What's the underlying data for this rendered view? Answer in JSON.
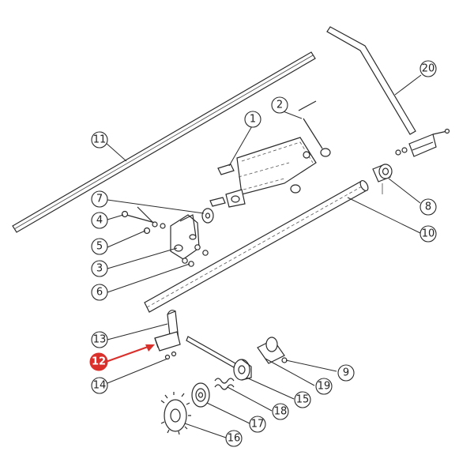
{
  "callouts": [
    {
      "id": "1",
      "label": "1"
    },
    {
      "id": "2",
      "label": "2"
    },
    {
      "id": "3",
      "label": "3"
    },
    {
      "id": "4",
      "label": "4"
    },
    {
      "id": "5",
      "label": "5"
    },
    {
      "id": "6",
      "label": "6"
    },
    {
      "id": "7",
      "label": "7"
    },
    {
      "id": "8",
      "label": "8"
    },
    {
      "id": "9",
      "label": "9"
    },
    {
      "id": "10",
      "label": "10"
    },
    {
      "id": "11",
      "label": "11"
    },
    {
      "id": "12",
      "label": "12",
      "highlighted": true
    },
    {
      "id": "13",
      "label": "13"
    },
    {
      "id": "14",
      "label": "14"
    },
    {
      "id": "15",
      "label": "15"
    },
    {
      "id": "16",
      "label": "16"
    },
    {
      "id": "17",
      "label": "17"
    },
    {
      "id": "18",
      "label": "18"
    },
    {
      "id": "19",
      "label": "19"
    },
    {
      "id": "20",
      "label": "20"
    }
  ],
  "colors": {
    "highlight": "#d9302c",
    "line": "#2a2a2a",
    "background": "#ffffff"
  }
}
